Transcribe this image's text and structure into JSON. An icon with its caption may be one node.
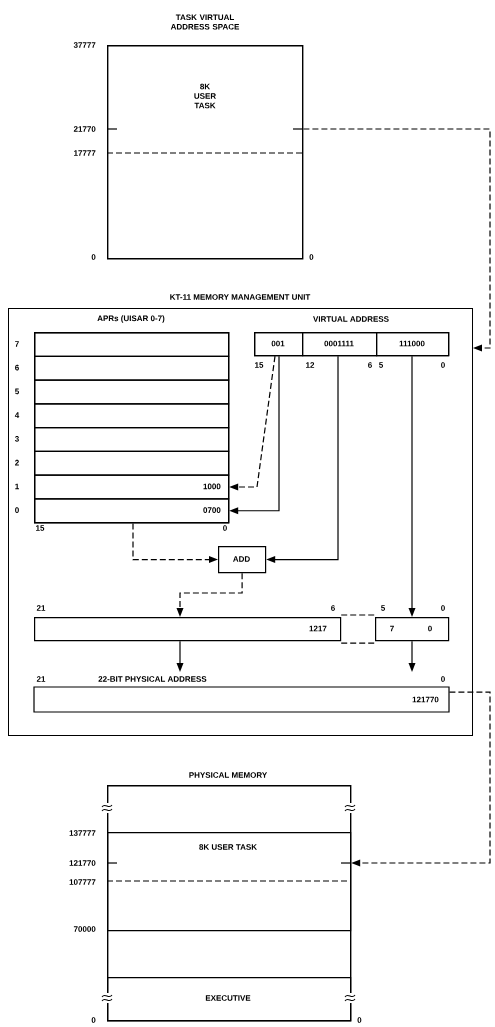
{
  "diagram": {
    "nodes": [
      {
        "text": [
          "TASK VIRTUAL ADDRESS SPACE",
          "8K USER TASK"
        ]
      },
      {
        "text": [
          "KT-11 MEMORY MANAGEMENT UNIT"
        ]
      },
      {
        "text": [
          "APRs (UISAR 0-7)"
        ],
        "in": 1
      },
      {
        "text": [],
        "shape": "box",
        "in": 2,
        "beside": [
          "7"
        ]
      },
      {
        "text": [],
        "shape": "box",
        "in": 2,
        "beside": [
          "6"
        ]
      },
      {
        "text": [],
        "shape": "box",
        "in": 2,
        "beside": [
          "5"
        ]
      },
      {
        "text": [],
        "shape": "box",
        "in": 2,
        "beside": [
          "4"
        ]
      },
      {
        "text": [],
        "shape": "box",
        "in": 2,
        "beside": [
          "3"
        ]
      },
      {
        "text": [],
        "shape": "box",
        "in": 2,
        "beside": [
          "2"
        ]
      },
      {
        "text": [
          "1000"
        ],
        "in": 2,
        "beside": [
          "1"
        ]
      },
      {
        "text": [
          "0700"
        ],
        "in": 2,
        "beside": [
          "0"
        ]
      },
      {
        "text": [
          "VIRTUAL ADDRESS"
        ],
        "in": 1
      },
      {
        "text": [
          "001"
        ],
        "in": 11
      },
      {
        "text": [
          "0001111"
        ],
        "in": 11
      },
      {
        "text": [
          "111000"
        ],
        "in": 11
      },
      {
        "text": [
          "ADD"
        ],
        "in": 1
      },
      {
        "text": [
          "1217"
        ],
        "in": 1
      },
      {
        "text": [
          "7",
          "0"
        ],
        "in": 1
      },
      {
        "text": [
          "22-BIT PHYSICAL ADDRESS",
          "121770"
        ],
        "in": 1
      },
      {
        "text": [
          "PHYSICAL MEMORY"
        ]
      },
      {
        "text": [
          "8K USER TASK"
        ],
        "in": 19
      },
      {
        "text": [
          "EXECUTIVE"
        ],
        "in": 19
      }
    ],
    "edges": [
      {
        "from": 0,
        "to": 1,
        "arrow": "to",
        "style": "dashed"
      },
      {
        "from": 12,
        "to": 9,
        "arrow": "to",
        "style": "dashed"
      },
      {
        "from": 12,
        "to": 10,
        "arrow": "to"
      },
      {
        "from": 2,
        "to": 15,
        "arrow": "to",
        "style": "dashed"
      },
      {
        "from": 13,
        "to": 15,
        "arrow": "to"
      },
      {
        "from": 15,
        "to": 16,
        "arrow": "to",
        "style": "dashed"
      },
      {
        "from": 14,
        "to": 17,
        "arrow": "to"
      },
      {
        "from": 16,
        "to": 17,
        "arrow": "none",
        "style": "dashed"
      },
      {
        "from": 16,
        "to": 18,
        "arrow": "to"
      },
      {
        "from": 17,
        "to": 18,
        "arrow": "to"
      },
      {
        "from": 18,
        "to": 20,
        "arrow": "to",
        "style": "dashed"
      }
    ],
    "labels": [
      "37777",
      "21770",
      "17777",
      "0",
      "0",
      "15",
      "12",
      "6",
      "5",
      "0",
      "15",
      "0",
      "21",
      "6",
      "5",
      "0",
      "21",
      "0",
      "137777",
      "121770",
      "107777",
      "70000",
      "0",
      "0"
    ]
  }
}
